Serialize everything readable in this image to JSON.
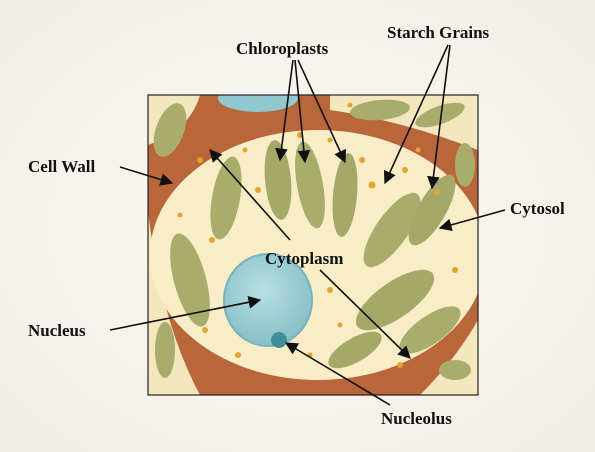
{
  "labels": {
    "chloroplasts": "Chloroplasts",
    "starch_grains": "Starch Grains",
    "cell_wall": "Cell Wall",
    "cytosol": "Cytosol",
    "cytoplasm": "Cytoplasm",
    "nucleus": "Nucleus",
    "nucleolus": "Nucleolus"
  },
  "colors": {
    "cell_wall": "#b8663a",
    "cytoplasm": "#f9edc8",
    "chloroplast": "#a9ad6b",
    "nucleus": "#9fd0d6",
    "nucleolus": "#3f8f97",
    "starch_grain": "#e2a52c",
    "label_text": "#111111"
  }
}
